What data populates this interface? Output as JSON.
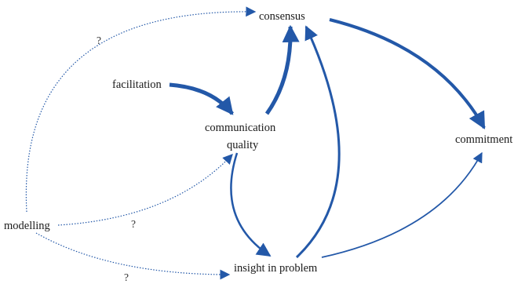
{
  "colors": {
    "arrow": "#2358a8",
    "text": "#1a1a1a"
  },
  "nodes": {
    "consensus": "consensus",
    "facilitation": "facilitation",
    "communication_quality_line1": "communication",
    "communication_quality_line2": "quality",
    "commitment": "commitment",
    "modelling": "modelling",
    "insight": "insight in problem"
  },
  "uncertain_marks": [
    "?",
    "?",
    "?"
  ]
}
